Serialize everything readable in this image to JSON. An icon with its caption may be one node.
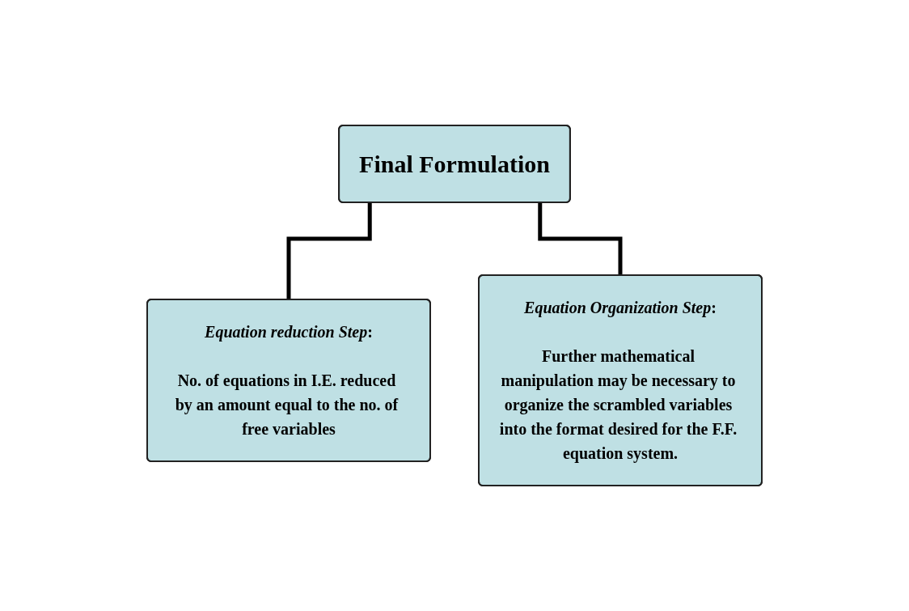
{
  "diagram": {
    "nodes": [
      {
        "text": [
          "Final Formulation"
        ]
      },
      {
        "text": [
          "*Equation reduction Step*:",
          "No. of equations in I.E. reduced by an amount equal to the no. of free variables"
        ]
      },
      {
        "text": [
          "*Equation Organization Step*:",
          "Further mathematical manipulation may be necessary to organize the scrambled variables into the format desired for the F.F. equation system."
        ]
      }
    ],
    "edges": [
      {
        "from": 0,
        "to": 1,
        "arrow": "none"
      },
      {
        "from": 0,
        "to": 2,
        "arrow": "none"
      }
    ]
  }
}
